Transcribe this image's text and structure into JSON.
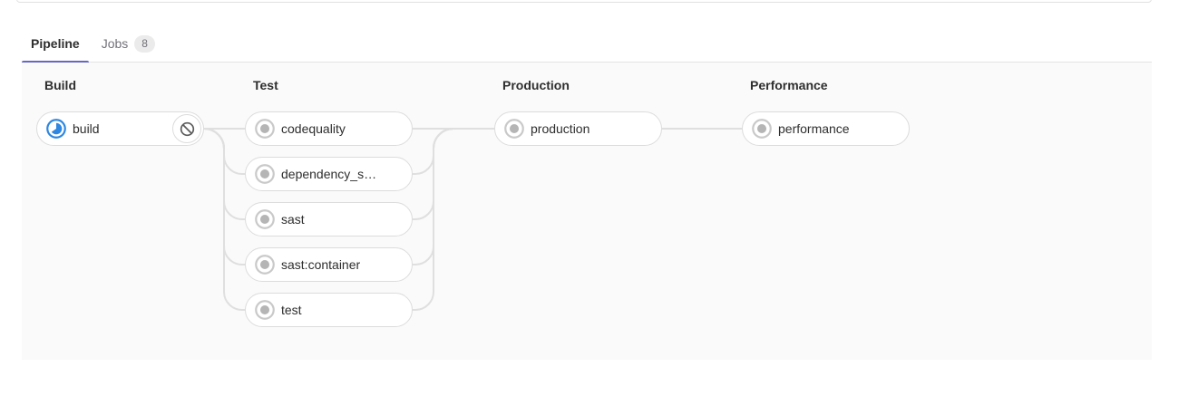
{
  "colors": {
    "accent": "#6666c4",
    "running": "#2e87e0",
    "created-ring": "#c9c9c9",
    "created-dot": "#b5b5b5",
    "cancel": "#5c5c5c",
    "pill-border": "#dcdcdc",
    "connector": "#dfdfdf",
    "graph-bg": "#fafafa",
    "tab-border": "#e4e4e4",
    "badge-bg": "#ebebeb",
    "text": "#2e2e2e",
    "muted": "#72727a"
  },
  "tabs": [
    {
      "label": "Pipeline"
    },
    {
      "label": "Jobs",
      "badge": "8"
    }
  ],
  "pipeline": {
    "stages": [
      {
        "name": "Build",
        "jobs": [
          {
            "label": "build",
            "status": "running",
            "action": "cancel"
          }
        ]
      },
      {
        "name": "Test",
        "jobs": [
          {
            "label": "codequality",
            "status": "created"
          },
          {
            "label": "dependency_s…",
            "status": "created"
          },
          {
            "label": "sast",
            "status": "created"
          },
          {
            "label": "sast:container",
            "status": "created"
          },
          {
            "label": "test",
            "status": "created"
          }
        ]
      },
      {
        "name": "Production",
        "jobs": [
          {
            "label": "production",
            "status": "created"
          }
        ]
      },
      {
        "name": "Performance",
        "jobs": [
          {
            "label": "performance",
            "status": "created"
          }
        ]
      }
    ]
  }
}
